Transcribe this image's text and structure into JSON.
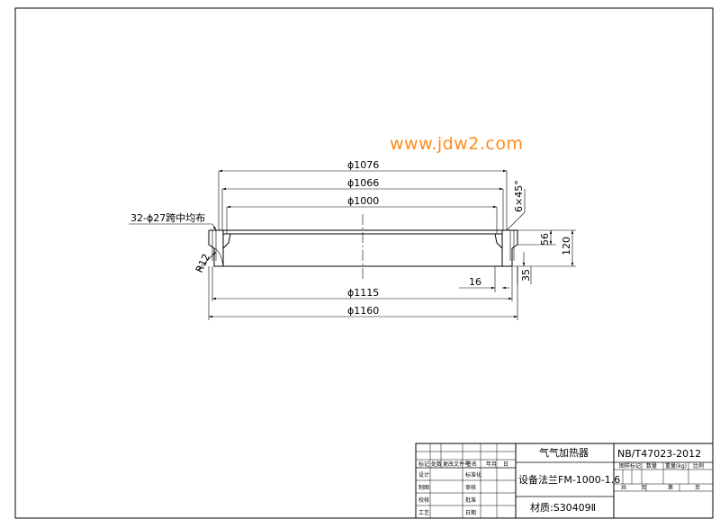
{
  "watermark": "www.jdw2.com",
  "dimensions": {
    "d1076": "ϕ1076",
    "d1066": "ϕ1066",
    "d1000": "ϕ1000",
    "d1115": "ϕ1115",
    "d1160": "ϕ1160",
    "holes": "32-ϕ27跨中均布",
    "chamfer": "6×45°",
    "h56": "56",
    "h120": "120",
    "h35": "35",
    "w16": "16",
    "radius": "R12"
  },
  "title_block": {
    "product_name": "气气加热器",
    "drawing_no": "NB/T47023-2012",
    "part_name": "设备法兰FM-1000-1.6",
    "material": "材质:S30409Ⅱ",
    "col_mark": "标记",
    "col_qty": "处数",
    "col_doc": "更改文件号",
    "col_sign": "签名",
    "col_ymd": "年",
    "col_month": "月",
    "col_day": "日",
    "row_design": "设计",
    "row_draw": "制图",
    "row_check": "校核",
    "row_process": "工艺",
    "row_std": "标准化",
    "row_review": "审核",
    "row_approve_sig": "批准",
    "row_date": "日期",
    "stage_mark": "图样标记",
    "weight_qty": "数量",
    "weight": "重量(kg)",
    "scale": "比例",
    "sheet_total": "共",
    "sheet_unit": "页",
    "sheet_no": "第",
    "sheet_unit2": "页"
  }
}
